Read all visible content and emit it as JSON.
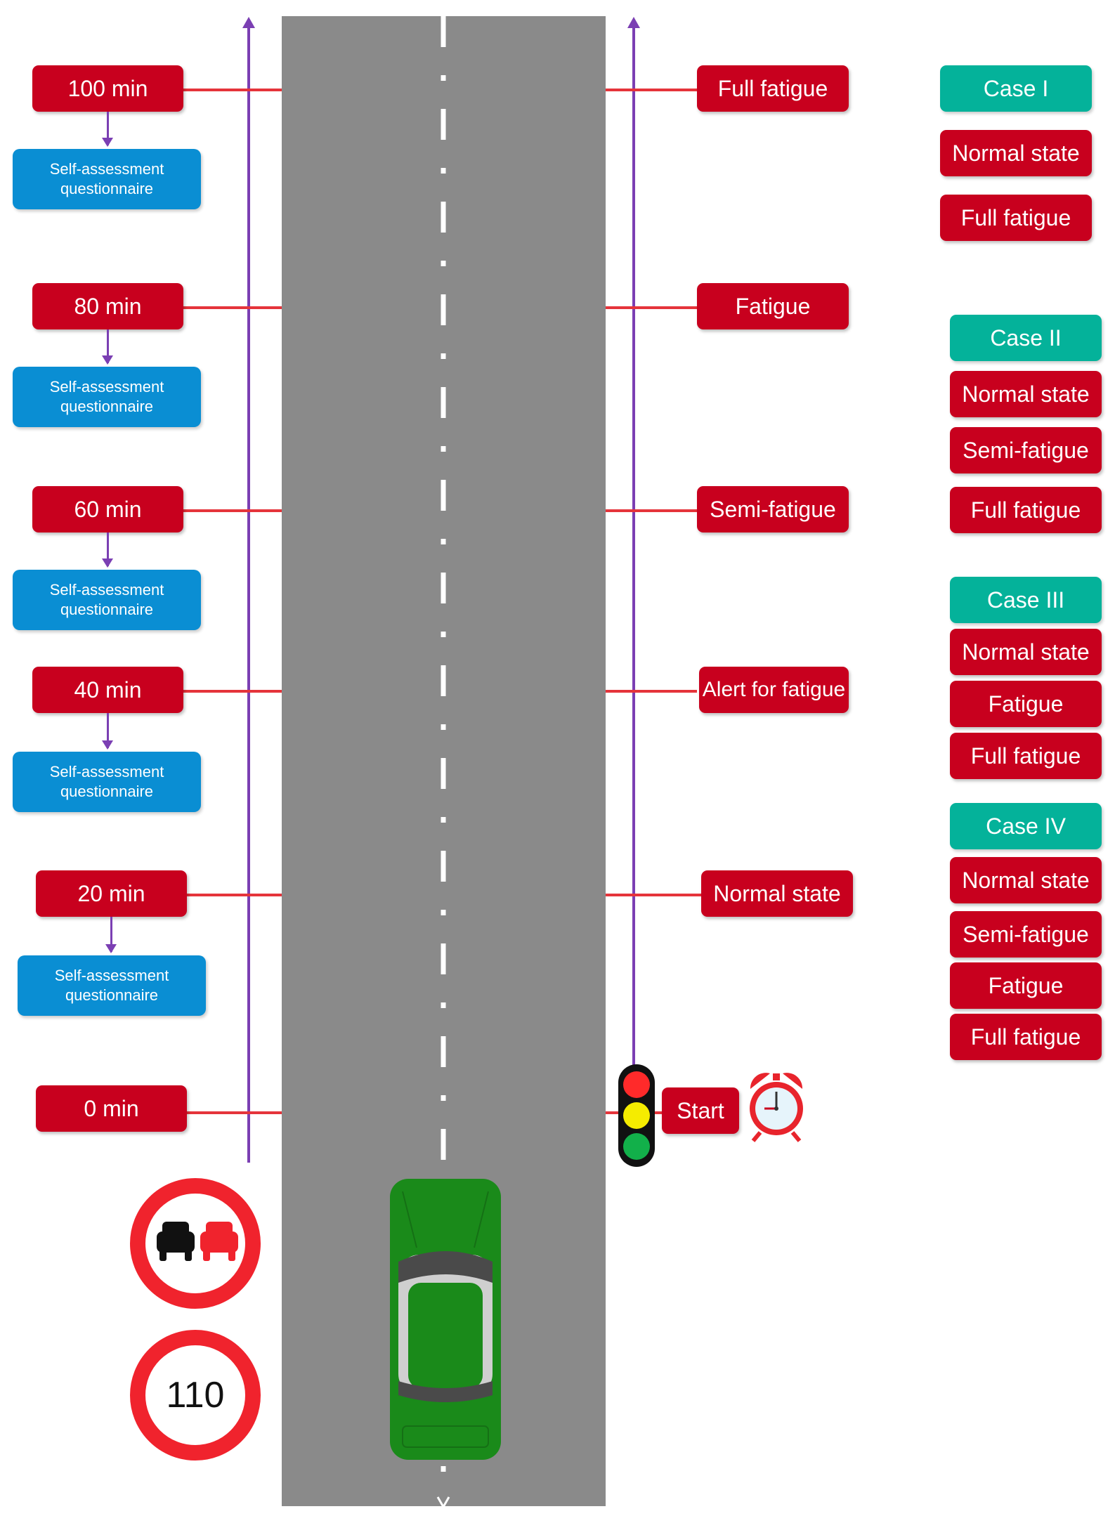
{
  "timeline": {
    "markers": [
      {
        "time": "100 min",
        "state": "Full fatigue",
        "questionnaire": "Self-assessment questionnaire"
      },
      {
        "time": "80 min",
        "state": "Fatigue",
        "questionnaire": "Self-assessment questionnaire"
      },
      {
        "time": "60 min",
        "state": "Semi-fatigue",
        "questionnaire": "Self-assessment questionnaire"
      },
      {
        "time": "40 min",
        "state": "Alert for fatigue",
        "questionnaire": "Self-assessment questionnaire"
      },
      {
        "time": "20 min",
        "state": "Normal state",
        "questionnaire": "Self-assessment questionnaire"
      },
      {
        "time": "0 min",
        "state": "Start"
      }
    ]
  },
  "cases": [
    {
      "title": "Case I",
      "states": [
        "Normal state",
        "Full fatigue"
      ]
    },
    {
      "title": "Case II",
      "states": [
        "Normal state",
        "Semi-fatigue",
        "Full fatigue"
      ]
    },
    {
      "title": "Case III",
      "states": [
        "Normal state",
        "Fatigue",
        "Full fatigue"
      ]
    },
    {
      "title": "Case IV",
      "states": [
        "Normal state",
        "Semi-fatigue",
        "Fatigue",
        "Full fatigue"
      ]
    }
  ],
  "signs": {
    "speed_limit": "110"
  },
  "colors": {
    "red_box": "#c8001e",
    "teal_box": "#04b29a",
    "blue_box": "#0a8ed3",
    "timeline": "#7b3fb3",
    "road": "#8a8a8a",
    "car": "#1a8a1a"
  }
}
